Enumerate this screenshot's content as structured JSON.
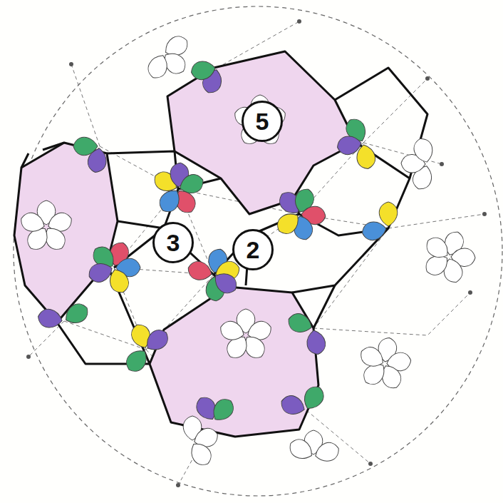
{
  "diagram": {
    "nodes": [
      {
        "text": [
          "5"
        ]
      },
      {
        "text": [
          "3"
        ]
      },
      {
        "text": [
          "2"
        ]
      }
    ]
  }
}
